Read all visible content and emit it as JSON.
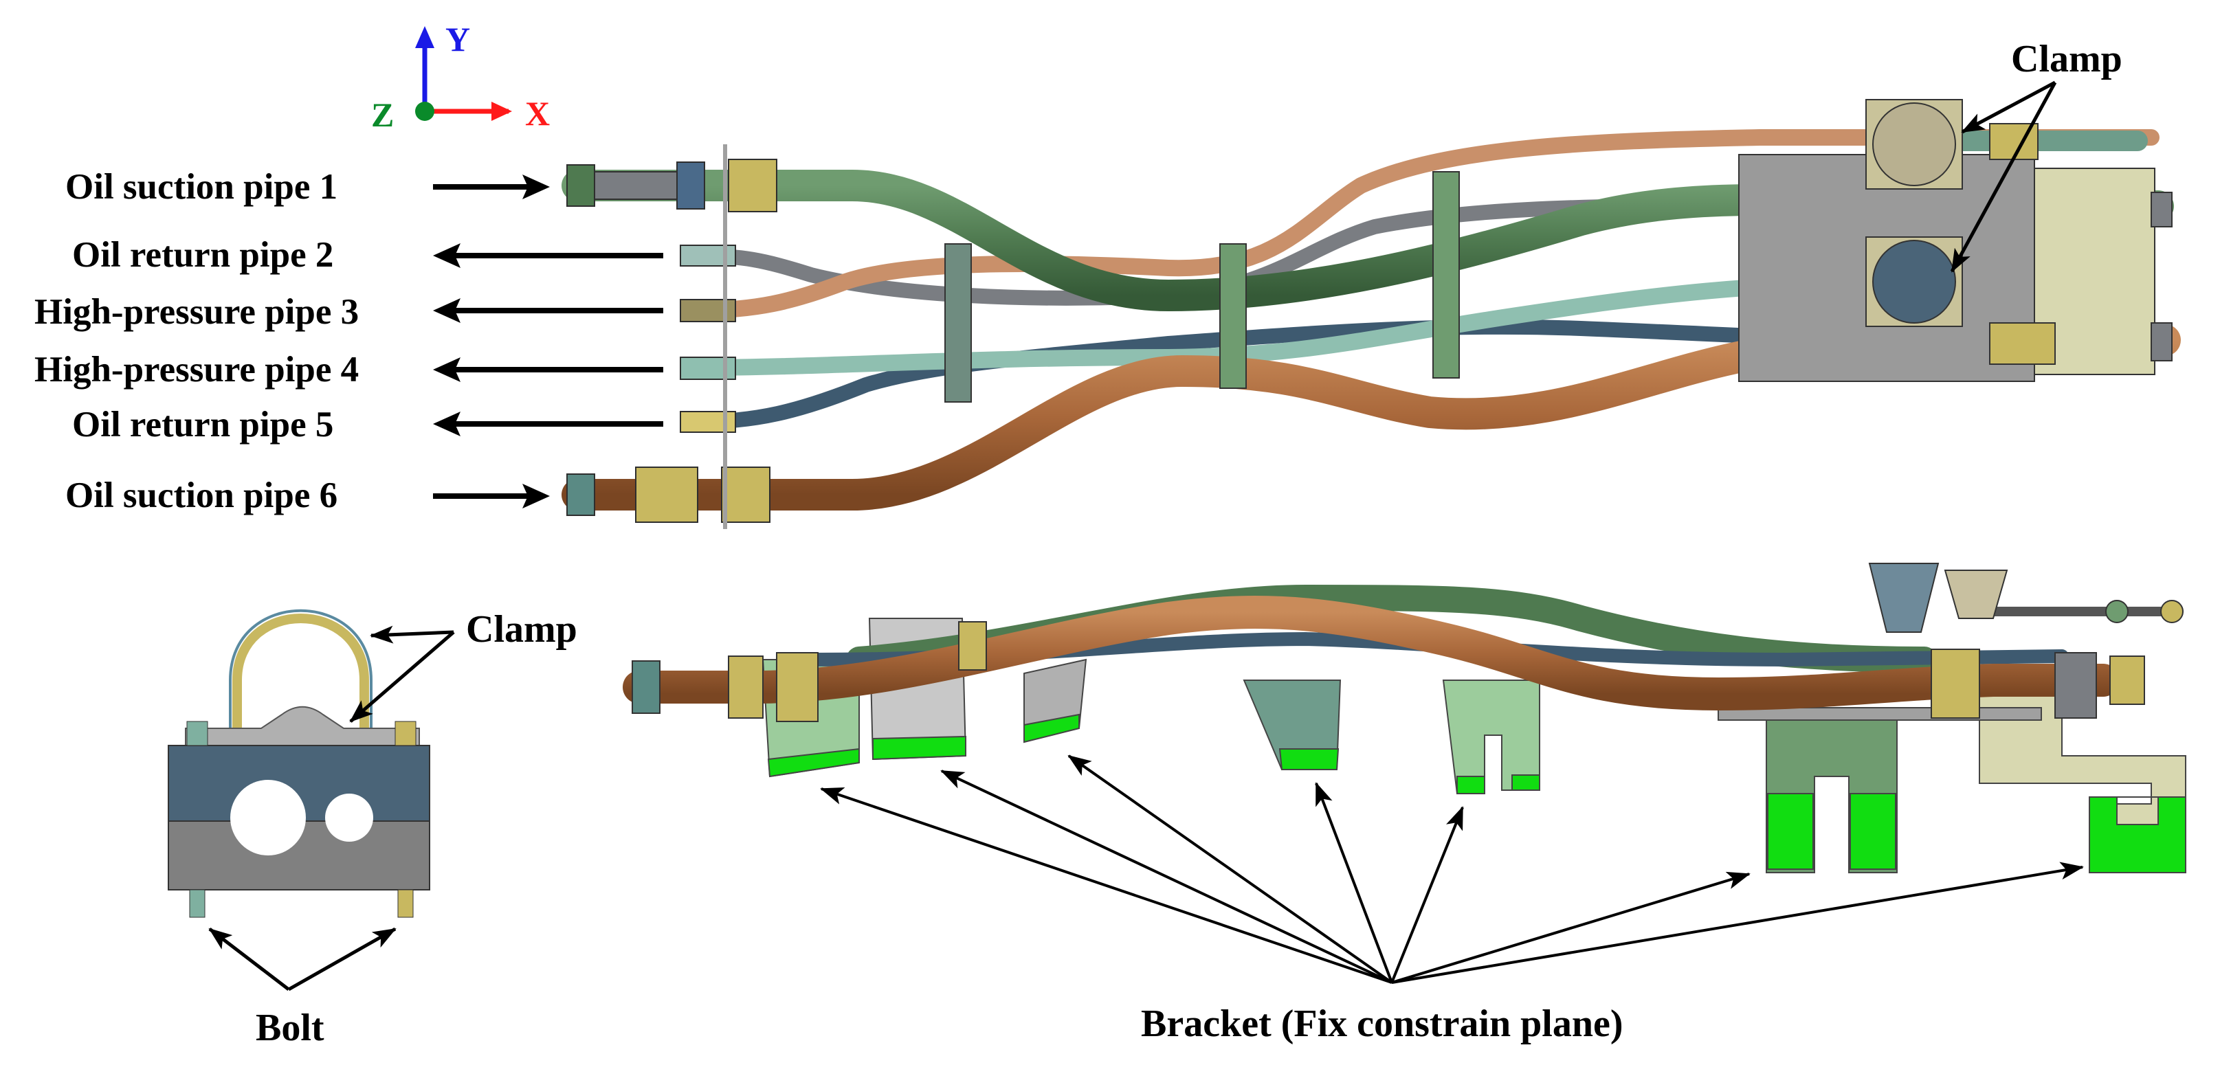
{
  "axes": {
    "x_label": "X",
    "y_label": "Y",
    "z_label": "Z",
    "x_color": "#ff1a1a",
    "y_color": "#1a1ae6",
    "z_color": "#0a8a2a"
  },
  "pipe_labels": [
    {
      "text": "Oil suction pipe 1",
      "arrow": "right"
    },
    {
      "text": "Oil return pipe 2",
      "arrow": "left"
    },
    {
      "text": "High-pressure pipe 3",
      "arrow": "left"
    },
    {
      "text": "High-pressure pipe 4",
      "arrow": "left"
    },
    {
      "text": "Oil return pipe 5",
      "arrow": "left"
    },
    {
      "text": "Oil suction pipe 6",
      "arrow": "right"
    }
  ],
  "annotations": {
    "clamp_top": "Clamp",
    "clamp_detail": "Clamp",
    "bolt": "Bolt",
    "bracket": "Bracket (Fix constrain plane)"
  },
  "colors": {
    "pipe_green": "#4f7a50",
    "pipe_brown": "#a8673a",
    "pipe_gray": "#7a7d82",
    "pipe_teal": "#8fbfb0",
    "pipe_darkblue": "#3e5a70",
    "pipe_tan": "#c9906a",
    "bracket_green": "#9ccc9c",
    "constraint_green": "#11dd11",
    "clamp_blue": "#4a6478",
    "clamp_gray": "#808080",
    "fitting_gold": "#c8b860"
  }
}
